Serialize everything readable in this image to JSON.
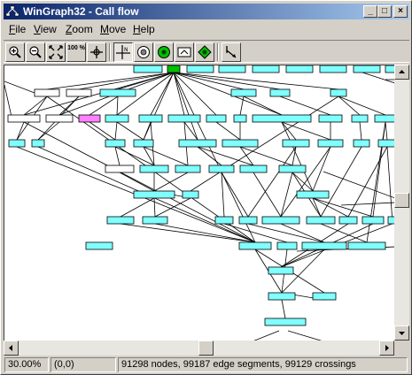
{
  "window": {
    "title": "WinGraph32 - Call flow"
  },
  "title_buttons": {
    "minimize": "_",
    "maximize": "□",
    "close": "×"
  },
  "menu": [
    {
      "first": "F",
      "rest": "ile"
    },
    {
      "first": "V",
      "rest": "iew"
    },
    {
      "first": "Z",
      "rest": "oom"
    },
    {
      "first": "M",
      "rest": "ove"
    },
    {
      "first": "H",
      "rest": "elp"
    }
  ],
  "toolbar": {
    "tools": [
      {
        "name": "zoom-in-icon"
      },
      {
        "name": "zoom-out-icon"
      },
      {
        "name": "fit-window-icon"
      },
      {
        "name": "zoom-100-icon",
        "text": "100 %"
      },
      {
        "name": "center-icon"
      },
      {
        "name": "normal-mode-icon"
      },
      {
        "name": "layout-icon"
      },
      {
        "name": "fold-icon"
      },
      {
        "name": "graph-icon"
      },
      {
        "name": "unfold-icon"
      },
      {
        "name": "follow-edge-icon"
      }
    ]
  },
  "colors": {
    "node_fill": "#80ffff",
    "node_stroke": "#000000",
    "node_green": "#00c000",
    "node_pink": "#ff80ff",
    "edge": "#000000",
    "titlebar": "#0a246a"
  },
  "status": {
    "zoom": "30.00%",
    "coords": "(0,0)",
    "stats": "91298 nodes, 99187 edge segments,   99129 crossings"
  }
}
